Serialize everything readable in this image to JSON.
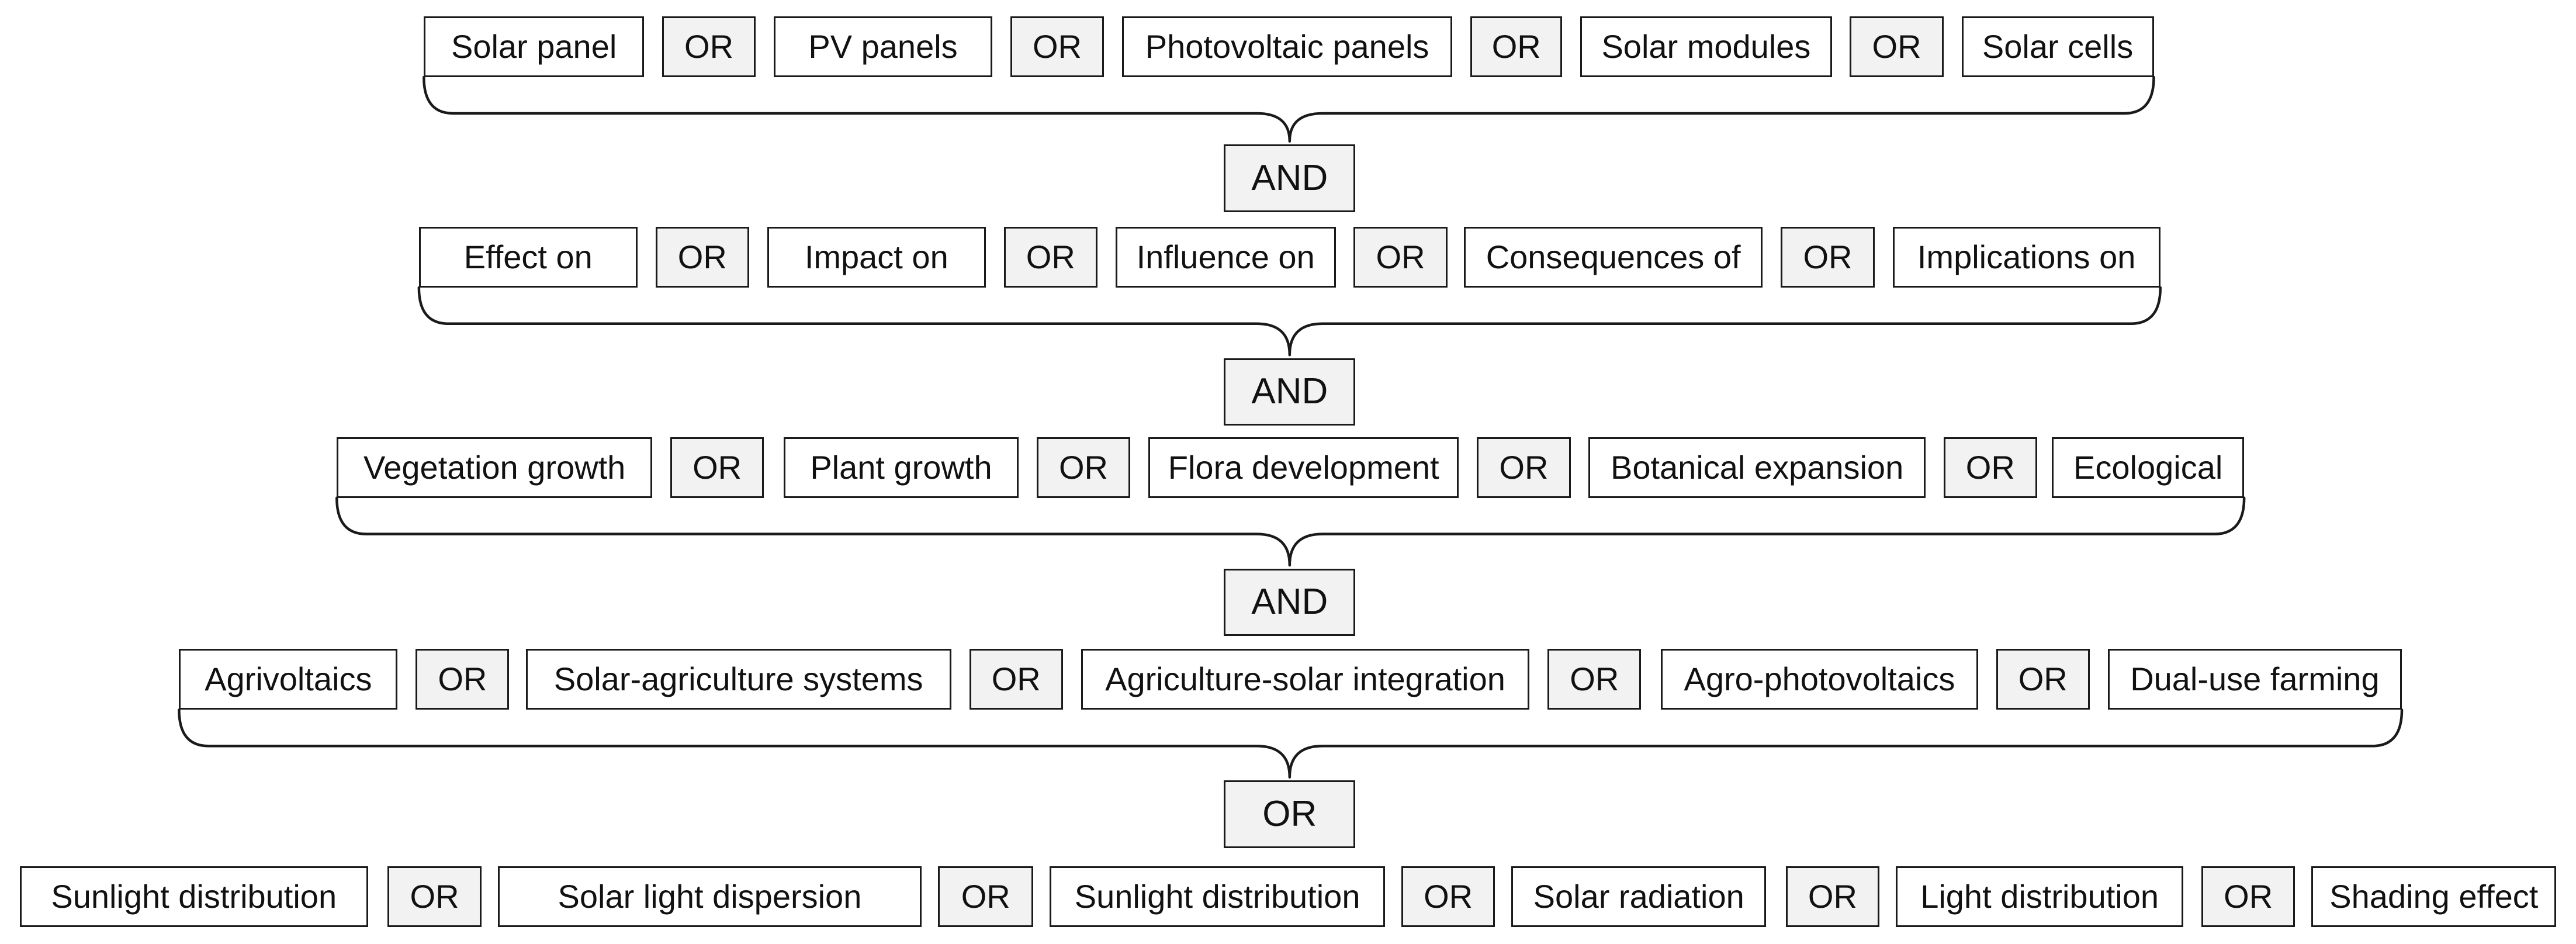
{
  "diagram": {
    "rows": [
      {
        "items": [
          {
            "text": "Solar panel",
            "kind": "term"
          },
          {
            "text": "OR",
            "kind": "op"
          },
          {
            "text": "PV panels",
            "kind": "term"
          },
          {
            "text": "OR",
            "kind": "op"
          },
          {
            "text": "Photovoltaic panels",
            "kind": "term"
          },
          {
            "text": "OR",
            "kind": "op"
          },
          {
            "text": "Solar modules",
            "kind": "term"
          },
          {
            "text": "OR",
            "kind": "op"
          },
          {
            "text": "Solar cells",
            "kind": "term"
          }
        ],
        "joiner": "AND"
      },
      {
        "items": [
          {
            "text": "Effect on",
            "kind": "term"
          },
          {
            "text": "OR",
            "kind": "op"
          },
          {
            "text": "Impact on",
            "kind": "term"
          },
          {
            "text": "OR",
            "kind": "op"
          },
          {
            "text": "Influence on",
            "kind": "term"
          },
          {
            "text": "OR",
            "kind": "op"
          },
          {
            "text": "Consequences of",
            "kind": "term"
          },
          {
            "text": "OR",
            "kind": "op"
          },
          {
            "text": "Implications on",
            "kind": "term"
          }
        ],
        "joiner": "AND"
      },
      {
        "items": [
          {
            "text": "Vegetation growth",
            "kind": "term"
          },
          {
            "text": "OR",
            "kind": "op"
          },
          {
            "text": "Plant growth",
            "kind": "term"
          },
          {
            "text": "OR",
            "kind": "op"
          },
          {
            "text": "Flora development",
            "kind": "term"
          },
          {
            "text": "OR",
            "kind": "op"
          },
          {
            "text": "Botanical expansion",
            "kind": "term"
          },
          {
            "text": "OR",
            "kind": "op"
          },
          {
            "text": "Ecological",
            "kind": "term"
          }
        ],
        "joiner": "AND"
      },
      {
        "items": [
          {
            "text": "Agrivoltaics",
            "kind": "term"
          },
          {
            "text": "OR",
            "kind": "op"
          },
          {
            "text": "Solar-agriculture systems",
            "kind": "term"
          },
          {
            "text": "OR",
            "kind": "op"
          },
          {
            "text": "Agriculture-solar integration",
            "kind": "term"
          },
          {
            "text": "OR",
            "kind": "op"
          },
          {
            "text": "Agro-photovoltaics",
            "kind": "term"
          },
          {
            "text": "OR",
            "kind": "op"
          },
          {
            "text": "Dual-use farming",
            "kind": "term"
          }
        ],
        "joiner": "OR"
      },
      {
        "items": [
          {
            "text": "Sunlight distribution",
            "kind": "term"
          },
          {
            "text": "OR",
            "kind": "op"
          },
          {
            "text": "Solar light dispersion",
            "kind": "term"
          },
          {
            "text": "OR",
            "kind": "op"
          },
          {
            "text": "Sunlight distribution",
            "kind": "term"
          },
          {
            "text": "OR",
            "kind": "op"
          },
          {
            "text": "Solar radiation",
            "kind": "term"
          },
          {
            "text": "OR",
            "kind": "op"
          },
          {
            "text": "Light distribution",
            "kind": "term"
          },
          {
            "text": "OR",
            "kind": "op"
          },
          {
            "text": "Shading effect",
            "kind": "term"
          }
        ]
      }
    ]
  }
}
